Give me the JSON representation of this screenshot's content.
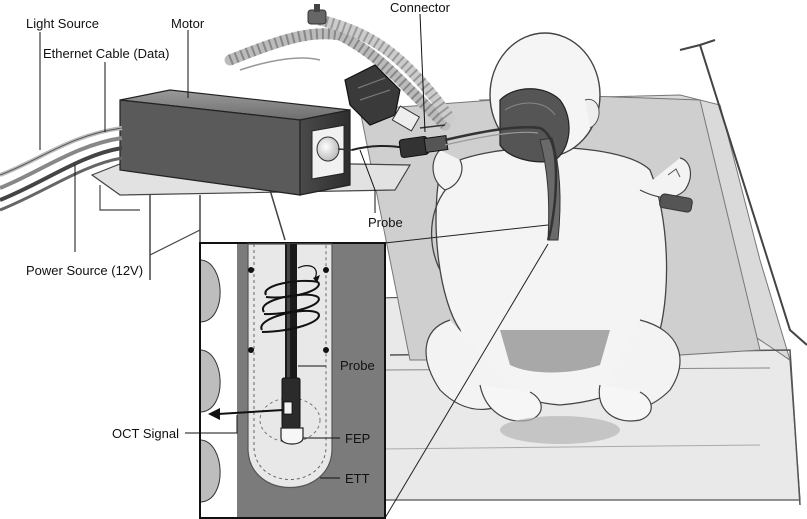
{
  "labels": {
    "light_source": "Light Source",
    "ethernet_cable": "Ethernet Cable (Data)",
    "motor": "Motor",
    "connector": "Connector",
    "probe_top": "Probe",
    "power_source": "Power Source (12V)",
    "probe_inset": "Probe",
    "oct_signal": "OCT Signal",
    "fep": "FEP",
    "ett": "ETT"
  }
}
